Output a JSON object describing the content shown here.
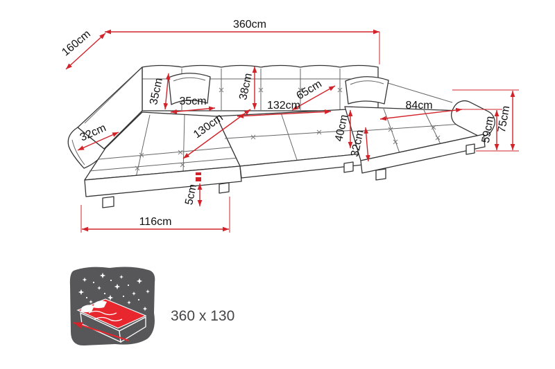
{
  "diagram": {
    "title": "corner-sofa-dimension-diagram",
    "dimensions": {
      "total_width": "360cm",
      "left_side_depth": "160cm",
      "pillow_height": "35cm",
      "pillow_width": "35cm",
      "backrest_cushion_height": "38cm",
      "seat_depth": "65cm",
      "center_seat_width": "132cm",
      "left_chaise_length": "130cm",
      "left_armrest_width": "32cm",
      "seat_height": "40cm",
      "right_chaise_width": "84cm",
      "right_side_height": "32cm",
      "total_height": "75cm",
      "armrest_height": "59cm",
      "left_chaise_width": "116cm",
      "leg_height": "5cm"
    },
    "sleeping_function": {
      "size_label": "360 x 130",
      "icon": "sleeping-function-bed-icon",
      "icon_star_glyph": "✦"
    },
    "colors": {
      "dimension_line": "#d2232a",
      "sofa_outline": "#333333",
      "icon_background": "#57575a",
      "icon_accent": "#e8262d"
    }
  }
}
